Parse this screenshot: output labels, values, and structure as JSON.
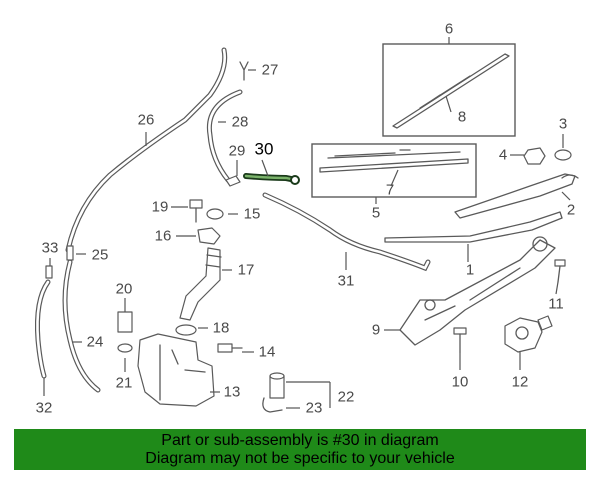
{
  "diagram": {
    "highlighted_part": "30",
    "callouts": [
      "1",
      "2",
      "3",
      "4",
      "5",
      "6",
      "7",
      "8",
      "9",
      "10",
      "11",
      "12",
      "13",
      "14",
      "15",
      "16",
      "17",
      "18",
      "19",
      "20",
      "21",
      "22",
      "23",
      "24",
      "25",
      "26",
      "27",
      "28",
      "29",
      "30",
      "31",
      "32",
      "33"
    ],
    "colors": {
      "banner": "#1f8a19",
      "line": "#5a5a5a",
      "highlight": "#000000"
    }
  },
  "banner": {
    "line1": "Part or sub-assembly is #30 in diagram",
    "line2": "Diagram may not be specific to your vehicle"
  }
}
